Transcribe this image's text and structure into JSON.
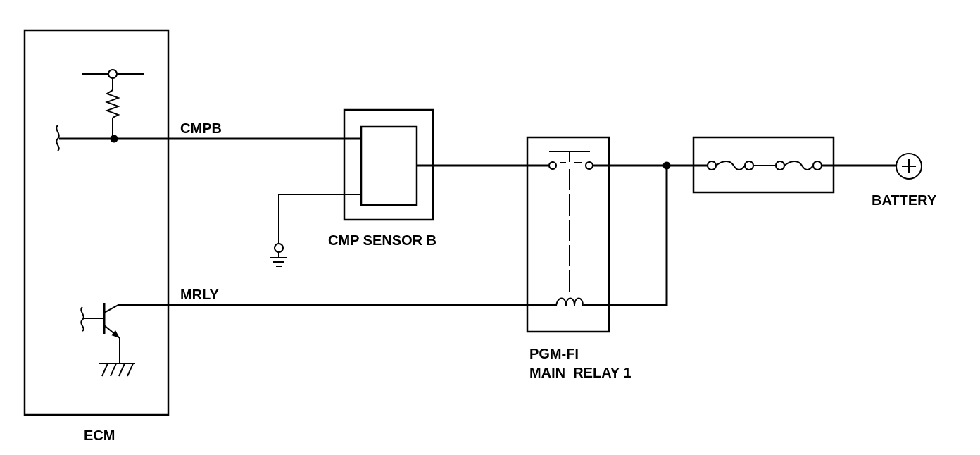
{
  "components": {
    "ecm": "ECM",
    "cmp_sensor": "CMP SENSOR B",
    "main_relay_line1": "PGM-FI",
    "main_relay_line2": "MAIN  RELAY 1",
    "battery": "BATTERY"
  },
  "wires": {
    "cmpb": "CMPB",
    "mrly": "MRLY"
  }
}
